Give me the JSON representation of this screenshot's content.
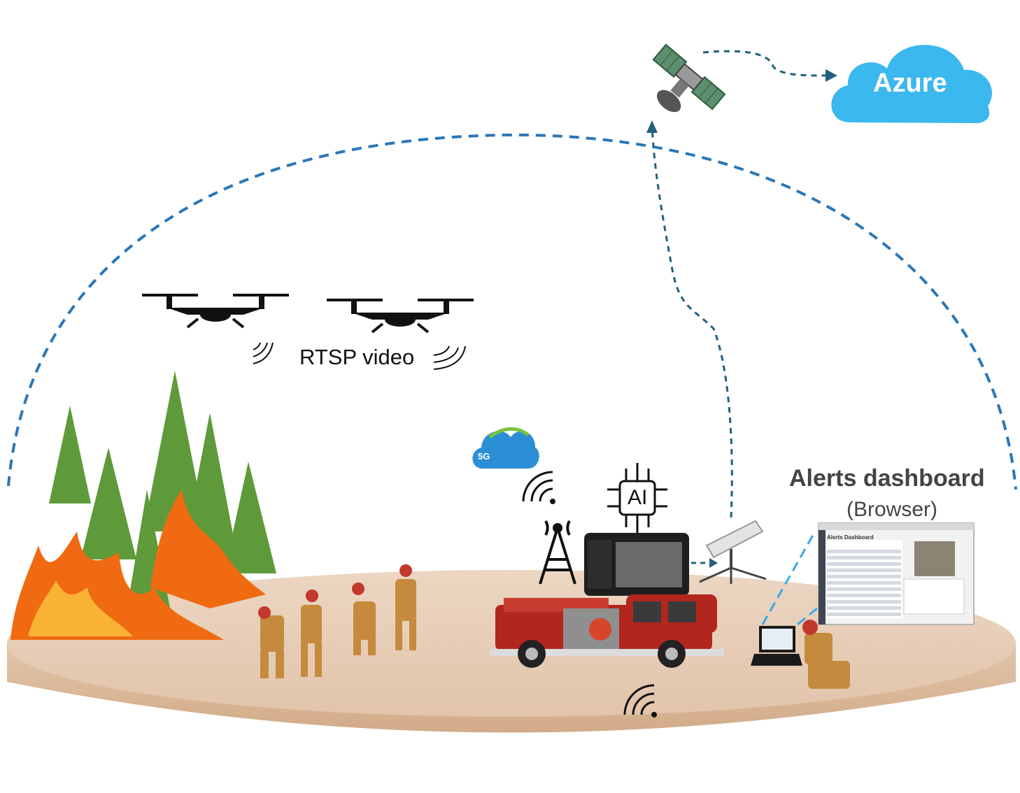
{
  "labels": {
    "rtsp": "RTSP video",
    "dashboard_title": "Alerts dashboard",
    "dashboard_subtitle": "(Browser)",
    "cloud": "Azure",
    "network": "5G",
    "ai": "AI",
    "browser_heading": "Alerts Dashboard"
  },
  "colors": {
    "link_dashed": "#2a77b8",
    "sat_link": "#23607d",
    "cloud": "#3bb8ee",
    "ground": "#e6cdb7"
  },
  "icons": [
    "drone-icon",
    "satellite-icon",
    "cloud-icon",
    "5g-cloud-icon",
    "cell-tower-icon",
    "ai-chip-icon",
    "edge-server-icon",
    "starlink-dish-icon",
    "fire-truck-icon",
    "laptop-icon",
    "firefighter-icon",
    "wifi-signal-icon",
    "tree-icon",
    "fire-icon"
  ]
}
